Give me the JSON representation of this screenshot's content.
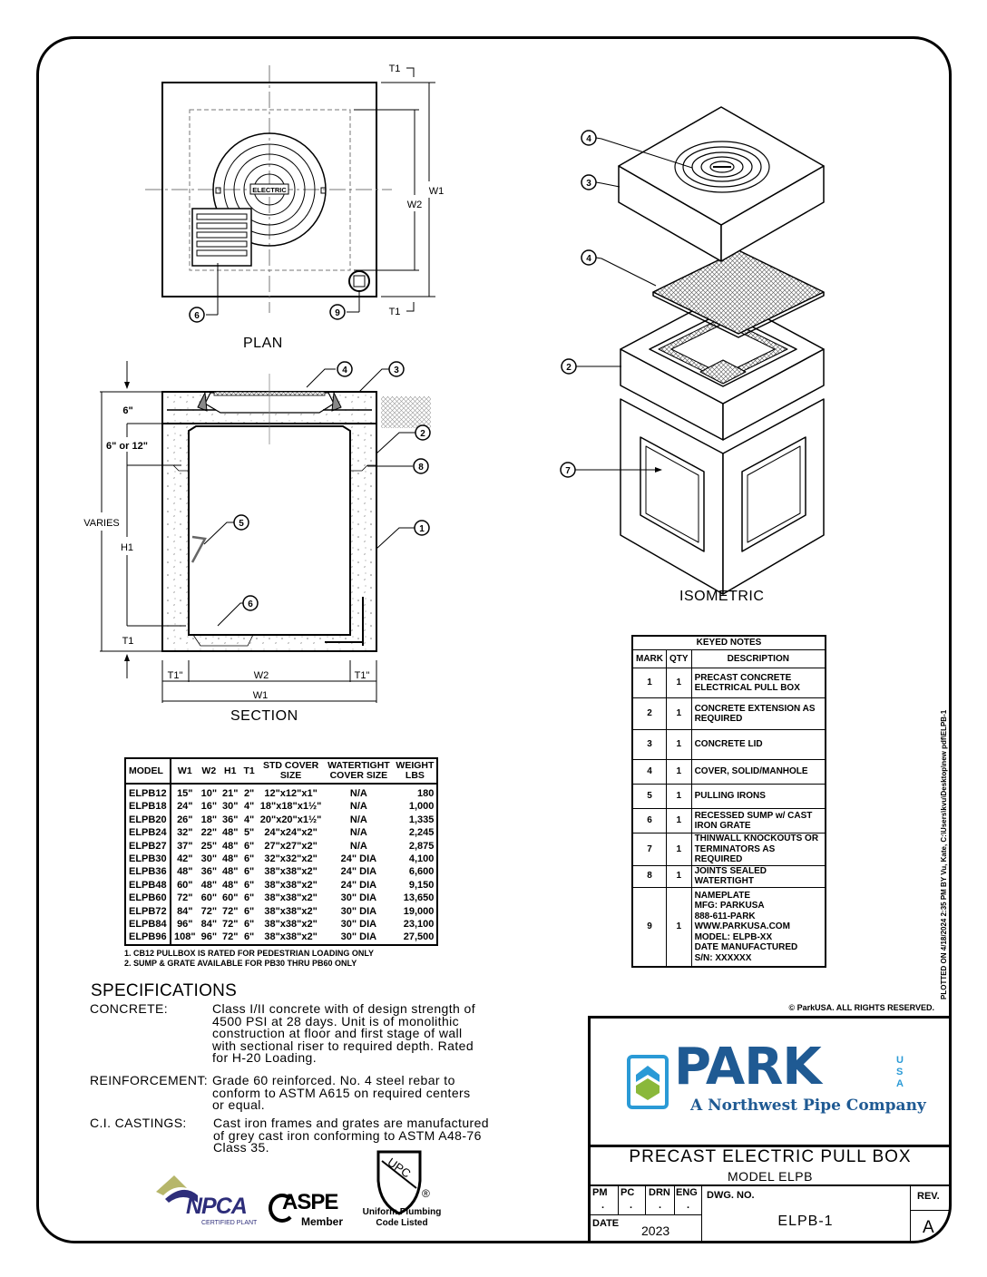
{
  "plan": {
    "title": "PLAN",
    "cover_label": "ELECTRIC",
    "dims": {
      "t1_top": "T1",
      "t1_bottom": "T1",
      "w1": "W1",
      "w2": "W2"
    },
    "callouts": [
      "6",
      "9"
    ]
  },
  "section": {
    "title": "SECTION",
    "dims": {
      "lid": "6\"",
      "extension": "6\" or 12\"",
      "varies": "VARIES",
      "h1": "H1",
      "t1": "T1",
      "t1_left": "T1\"",
      "w2": "W2",
      "t1_right": "T1\"",
      "w1": "W1"
    },
    "callouts": [
      "4",
      "3",
      "2",
      "8",
      "1",
      "5",
      "6"
    ]
  },
  "isometric": {
    "title": "ISOMETRIC",
    "callouts": [
      "4",
      "3",
      "4",
      "2",
      "7"
    ]
  },
  "model_table": {
    "headers": [
      "MODEL",
      "W1",
      "W2",
      "H1",
      "T1",
      "STD COVER SIZE",
      "WATERTIGHT COVER SIZE",
      "WEIGHT LBS"
    ],
    "rows": [
      [
        "ELPB12",
        "15\"",
        "10\"",
        "21\"",
        "2\"",
        "12\"x12\"x1\"",
        "N/A",
        "180"
      ],
      [
        "ELPB18",
        "24\"",
        "16\"",
        "30\"",
        "4\"",
        "18\"x18\"x1½\"",
        "N/A",
        "1,000"
      ],
      [
        "ELPB20",
        "26\"",
        "18\"",
        "36\"",
        "4\"",
        "20\"x20\"x1½\"",
        "N/A",
        "1,335"
      ],
      [
        "ELPB24",
        "32\"",
        "22\"",
        "48\"",
        "5\"",
        "24\"x24\"x2\"",
        "N/A",
        "2,245"
      ],
      [
        "ELPB27",
        "37\"",
        "25\"",
        "48\"",
        "6\"",
        "27\"x27\"x2\"",
        "N/A",
        "2,875"
      ],
      [
        "ELPB30",
        "42\"",
        "30\"",
        "48\"",
        "6\"",
        "32\"x32\"x2\"",
        "24\" DIA",
        "4,100"
      ],
      [
        "ELPB36",
        "48\"",
        "36\"",
        "48\"",
        "6\"",
        "38\"x38\"x2\"",
        "24\" DIA",
        "6,600"
      ],
      [
        "ELPB48",
        "60\"",
        "48\"",
        "48\"",
        "6\"",
        "38\"x38\"x2\"",
        "24\" DIA",
        "9,150"
      ],
      [
        "ELPB60",
        "72\"",
        "60\"",
        "60\"",
        "6\"",
        "38\"x38\"x2\"",
        "30\" DIA",
        "13,650"
      ],
      [
        "ELPB72",
        "84\"",
        "72\"",
        "72\"",
        "6\"",
        "38\"x38\"x2\"",
        "30\" DIA",
        "19,000"
      ],
      [
        "ELPB84",
        "96\"",
        "84\"",
        "72\"",
        "6\"",
        "38\"x38\"x2\"",
        "30\" DIA",
        "23,100"
      ],
      [
        "ELPB96",
        "108\"",
        "96\"",
        "72\"",
        "6\"",
        "38\"x38\"x2\"",
        "30\" DIA",
        "27,500"
      ]
    ],
    "footnotes": [
      "1. CB12 PULLBOX IS RATED FOR PEDESTRIAN LOADING ONLY",
      "2. SUMP & GRATE AVAILABLE FOR PB30 THRU PB60 ONLY"
    ]
  },
  "keyed_notes": {
    "title": "KEYED NOTES",
    "headers": [
      "MARK",
      "QTY",
      "DESCRIPTION"
    ],
    "rows": [
      {
        "mark": "1",
        "qty": "1",
        "desc": [
          "PRECAST CONCRETE",
          "ELECTRICAL PULL BOX"
        ]
      },
      {
        "mark": "2",
        "qty": "1",
        "desc": [
          "CONCRETE EXTENSION AS",
          "REQUIRED"
        ]
      },
      {
        "mark": "3",
        "qty": "1",
        "desc": [
          "CONCRETE LID"
        ]
      },
      {
        "mark": "4",
        "qty": "1",
        "desc": [
          "COVER, SOLID/MANHOLE"
        ]
      },
      {
        "mark": "5",
        "qty": "1",
        "desc": [
          "PULLING IRONS"
        ]
      },
      {
        "mark": "6",
        "qty": "1",
        "desc": [
          "RECESSED SUMP w/ CAST",
          "IRON GRATE"
        ]
      },
      {
        "mark": "7",
        "qty": "1",
        "desc": [
          "THINWALL KNOCKOUTS OR",
          "TERMINATORS AS REQUIRED"
        ]
      },
      {
        "mark": "8",
        "qty": "1",
        "desc": [
          "JOINTS SEALED WATERTIGHT"
        ]
      },
      {
        "mark": "9",
        "qty": "1",
        "desc": [
          "NAMEPLATE",
          "MFG: PARKUSA",
          "888-611-PARK",
          "WWW.PARKUSA.COM",
          "MODEL: ELPB-XX",
          "DATE MANUFACTURED",
          "S/N: XXXXXX"
        ]
      }
    ]
  },
  "specifications": {
    "title": "SPECIFICATIONS",
    "items": [
      {
        "label": "CONCRETE:",
        "lines": [
          "Class I/II concrete with of design strength of",
          "4500 PSI at 28 days.  Unit is of monolithic",
          "construction at floor and first stage of wall",
          "with sectional riser to required depth.  Rated",
          "for H-20 Loading."
        ]
      },
      {
        "label": "REINFORCEMENT:",
        "lines": [
          "Grade 60 reinforced.  No. 4 steel rebar to",
          "conform to ASTM A615 on required centers",
          "or equal."
        ]
      },
      {
        "label": "C.I. CASTINGS:",
        "lines": [
          "Cast iron frames and grates are manufactured",
          "of grey cast iron conforming to ASTM A48-76",
          "Class 35."
        ]
      }
    ]
  },
  "logos": {
    "npca": {
      "name": "NPCA",
      "sub": "CERTIFIED PLANT"
    },
    "aspe": {
      "name": "ASPE",
      "sub": "Member"
    },
    "upc": {
      "name": "UPC",
      "mark": "®",
      "sub": [
        "Uniform Plumbing",
        "Code Listed"
      ]
    },
    "park": {
      "name": "PARK",
      "usa": "USA",
      "tagline": "A Northwest Pipe Company"
    }
  },
  "colors": {
    "park_blue": "#1f5a93",
    "park_light_blue": "#2a9ad6",
    "park_green": "#8ab83a",
    "npca_navy": "#2d2d7a",
    "npca_olive": "#b6b66a"
  },
  "copyright": "© ParkUSA. ALL RIGHTS RESERVED.",
  "plot_stamp": "PLOTTED ON 4/18/2024 2:35 PM BY Vu, Kate, C:\\Users\\kvu\\Desktop\\new pdf\\ELPB-1",
  "title_block": {
    "title": "PRECAST ELECTRIC PULL BOX",
    "subtitle": "MODEL ELPB",
    "pm_label": "PM",
    "pc_label": "PC",
    "drn_label": "DRN",
    "eng_label": "ENG",
    "pm": ".",
    "pc": ".",
    "drn": ".",
    "eng": ".",
    "date_label": "DATE",
    "date": "2023",
    "dwg_label": "DWG. NO.",
    "dwg_no": "ELPB-1",
    "rev_label": "REV.",
    "rev": "A"
  }
}
